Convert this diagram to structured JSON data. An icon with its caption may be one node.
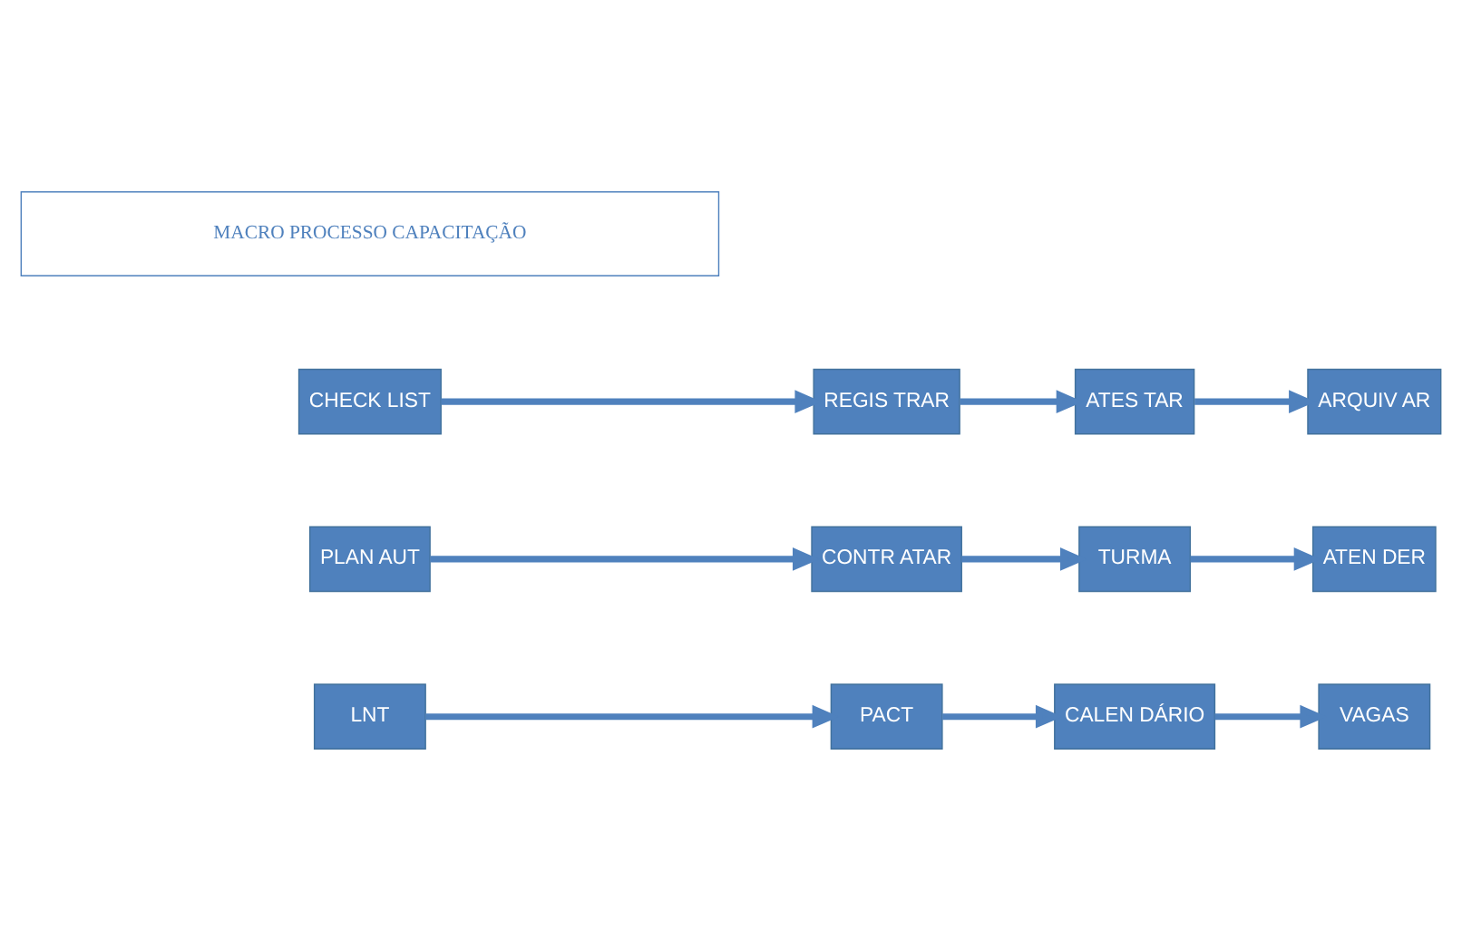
{
  "diagram": {
    "nodes": [
      {
        "text": [
          "LNT"
        ]
      },
      {
        "text": [
          "PACT"
        ]
      },
      {
        "text": [
          "CALEN DÁRIO"
        ]
      },
      {
        "text": [
          "VAGAS"
        ]
      },
      {
        "text": [
          "PLAN AUT"
        ]
      },
      {
        "text": [
          "CONTR ATAR"
        ]
      },
      {
        "text": [
          "TURMA"
        ]
      },
      {
        "text": [
          "ATEN DER"
        ]
      },
      {
        "text": [
          "CHECK LIST"
        ]
      },
      {
        "text": [
          "REGIS TRAR"
        ]
      },
      {
        "text": [
          "ATES TAR"
        ]
      },
      {
        "text": [
          "ARQUIV AR"
        ]
      },
      {
        "text": [
          "MACRO PROCESSO CAPACITAÇÃO"
        ]
      }
    ],
    "edges": [
      {
        "from": 0,
        "to": 1,
        "arrow": "to"
      },
      {
        "from": 1,
        "to": 2,
        "arrow": "to"
      },
      {
        "from": 2,
        "to": 3,
        "arrow": "to"
      },
      {
        "from": 4,
        "to": 5,
        "arrow": "to"
      },
      {
        "from": 5,
        "to": 6,
        "arrow": "to"
      },
      {
        "from": 6,
        "to": 7,
        "arrow": "to"
      },
      {
        "from": 8,
        "to": 9,
        "arrow": "to"
      },
      {
        "from": 9,
        "to": 10,
        "arrow": "to"
      },
      {
        "from": 10,
        "to": 11,
        "arrow": "to"
      }
    ]
  }
}
